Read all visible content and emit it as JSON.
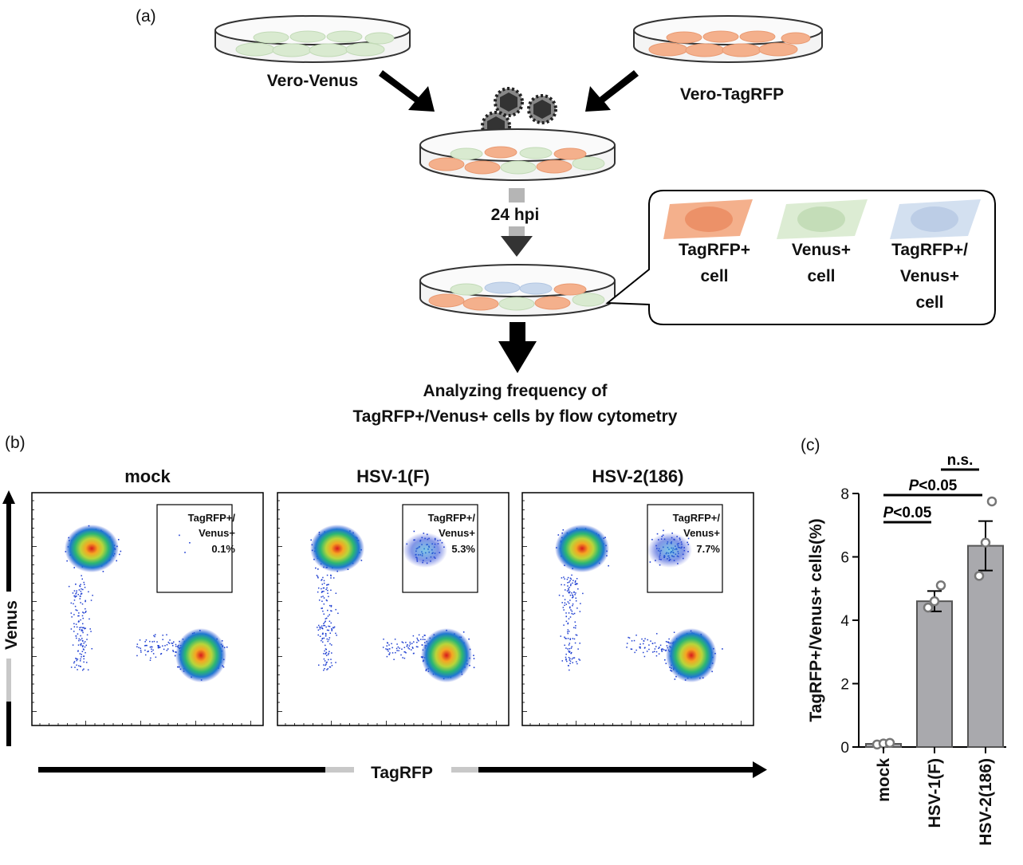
{
  "panel_a": {
    "label": "(a)",
    "dish_left_label": "Vero-Venus",
    "dish_right_label": "Vero-TagRFP",
    "step_label": "24 hpi",
    "legend": [
      {
        "line1": "TagRFP+",
        "line2": "cell",
        "line3": "",
        "color": "#f0a57c"
      },
      {
        "line1": "Venus+",
        "line2": "cell",
        "line3": "",
        "color": "#cfe5c6"
      },
      {
        "line1": "TagRFP+/",
        "line2": "Venus+",
        "line3": "cell",
        "color": "#c9d8ec"
      }
    ],
    "result_line1": "Analyzing frequency of",
    "result_line2": "TagRFP+/Venus+ cells by flow cytometry"
  },
  "panel_b": {
    "label": "(b)",
    "y_axis": "Venus",
    "x_axis": "TagRFP",
    "plots": [
      {
        "title": "mock",
        "gate_line1": "TagRFP+/",
        "gate_line2": "Venus+",
        "gate_value": "0.1%"
      },
      {
        "title": "HSV-1(F)",
        "gate_line1": "TagRFP+/",
        "gate_line2": "Venus+",
        "gate_value": "5.3%"
      },
      {
        "title": "HSV-2(186)",
        "gate_line1": "TagRFP+/",
        "gate_line2": "Venus+",
        "gate_value": "7.7%"
      }
    ]
  },
  "panel_c": {
    "label": "(c)",
    "chart_data": {
      "type": "bar",
      "ylabel": "TagRFP+/Venus+ cells(%)",
      "ylim": [
        0,
        8
      ],
      "yticks": [
        "0",
        "2",
        "4",
        "6",
        "8"
      ],
      "categories": [
        "mock",
        "HSV-1(F)",
        "HSV-2(186)"
      ],
      "values": [
        0.1,
        4.6,
        6.35
      ],
      "error": [
        0.03,
        0.32,
        0.78
      ],
      "points": [
        [
          0.08,
          0.11,
          0.13
        ],
        [
          4.4,
          4.6,
          5.1
        ],
        [
          5.4,
          6.45,
          7.75
        ]
      ],
      "bar_color": "#a9a9ad",
      "significance": [
        {
          "text": "P<0.05",
          "italic_part": "P",
          "from": 0,
          "to": 1
        },
        {
          "text": "P<0.05",
          "italic_part": "P",
          "from": 0,
          "to": 2
        },
        {
          "text": "n.s.",
          "italic_part": "",
          "from": 1,
          "to": 2
        }
      ]
    }
  }
}
